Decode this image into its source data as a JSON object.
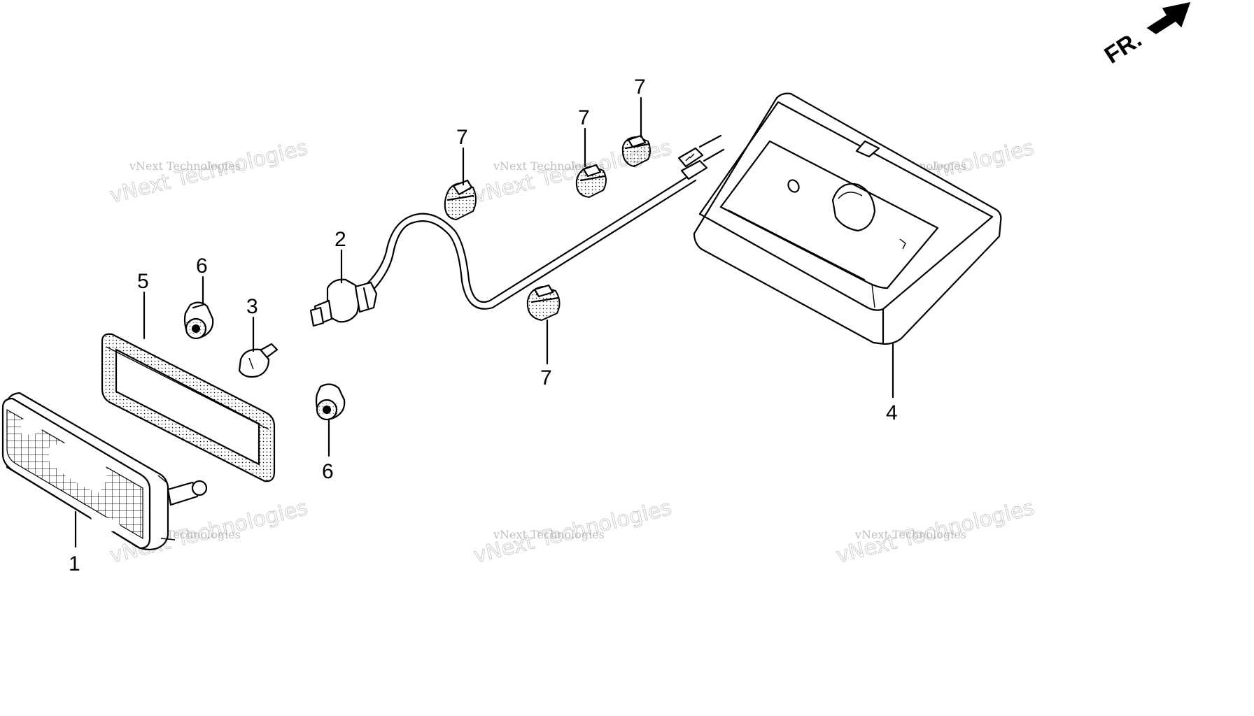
{
  "diagram": {
    "fr_label": "FR.",
    "watermark_top_line": "vNext Technologies",
    "watermark_back_line": "vNext Technologies",
    "callouts": {
      "lens": "1",
      "socket": "2",
      "bulb": "3",
      "housing": "4",
      "gasket": "5",
      "grommet_upper": "6",
      "grommet_lower": "6",
      "clip_a": "7",
      "clip_b": "7",
      "clip_c": "7",
      "clip_d": "7"
    }
  }
}
